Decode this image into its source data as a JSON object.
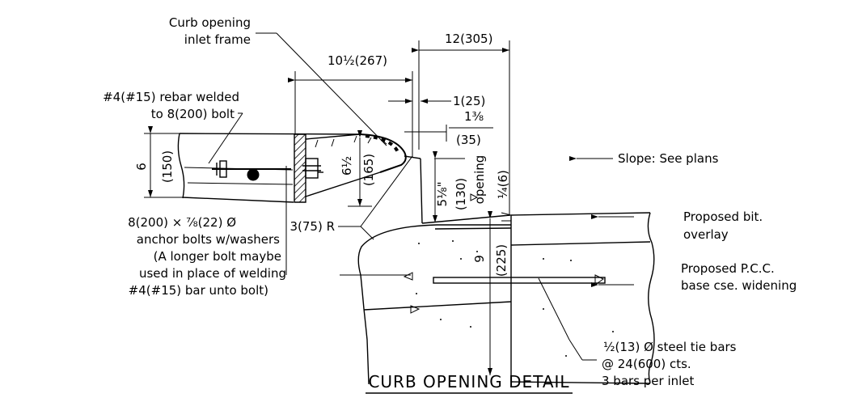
{
  "title": "CURB OPENING DETAIL",
  "labels": {
    "curb_frame_1": "Curb opening",
    "curb_frame_2": "inlet frame",
    "rebar_1": "#4(#15) rebar welded",
    "rebar_2": "to 8(200) bolt",
    "slope": "Slope: See plans",
    "anchor_1": "8(200) × ⅞(22) Ø",
    "anchor_2": "anchor bolts w/washers",
    "anchor_3": "(A longer bolt maybe",
    "anchor_4": "used in place of welding",
    "anchor_5": "#4(#15) bar unto bolt)",
    "radius": "3(75) R",
    "overlay_1": "Proposed bit.",
    "overlay_2": "overlay",
    "pcc_1": "Proposed P.C.C.",
    "pcc_2": "base cse. widening",
    "tie_1": "½(13) Ø steel tie bars",
    "tie_2": "@ 24(600) cts.",
    "tie_3": "3 bars per inlet",
    "opening": "opening"
  },
  "dimensions": {
    "d_305": "12(305)",
    "d_267": "10½(267)",
    "d_25": "1(25)",
    "d_35_top": "1⅜",
    "d_35_bot": "(35)",
    "d_150_a": "6",
    "d_150_b": "(150)",
    "d_165_a": "6½",
    "d_165_b": "(165)",
    "d_130_a": "5⅛\"",
    "d_130_b": "(130)",
    "d_46": "¼(6)",
    "d_225_a": "9",
    "d_225_b": "(225)"
  }
}
